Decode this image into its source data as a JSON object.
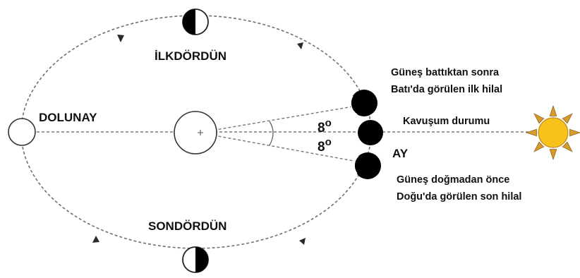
{
  "phases": {
    "first_quarter": "İLKDÖRDÜN",
    "full_moon": "DOLUNAY",
    "last_quarter": "SONDÖRDÜN"
  },
  "moon_label": "AY",
  "notes": {
    "after_sunset_line1": "Güneş battıktan sonra",
    "after_sunset_line2": "Batı'da görülen ilk hilal",
    "conjunction": "Kavuşum durumu",
    "before_sunrise_line1": "Güneş doğmadan önce",
    "before_sunrise_line2": "Doğu'da görülen son hilal"
  },
  "angles": {
    "upper_symbol": "8",
    "lower_symbol": "8",
    "degree_mark": "o"
  },
  "colors": {
    "sun_fill": "#f6c21b",
    "sun_rays": "#d99a2a",
    "moon_dark": "#000000",
    "orbit_line": "#6f6f6f"
  }
}
